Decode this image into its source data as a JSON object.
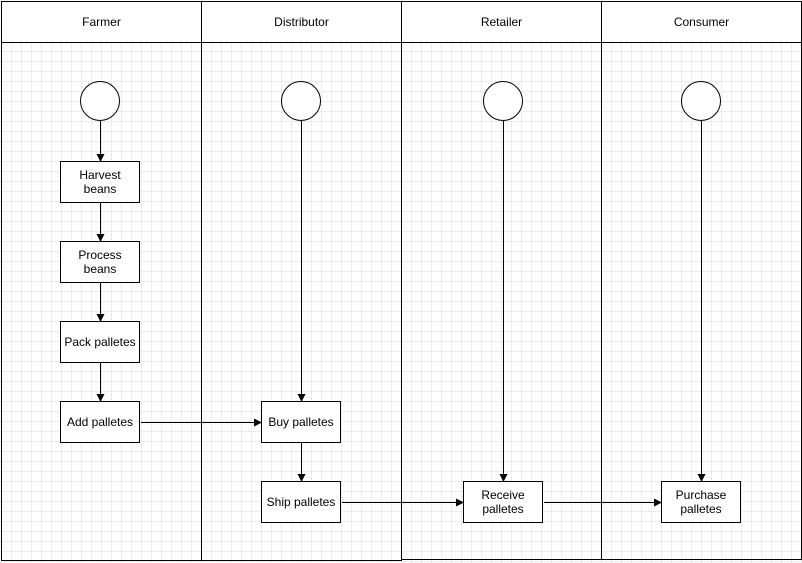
{
  "lanes": {
    "farmer": "Farmer",
    "distributor": "Distributor",
    "retailer": "Retailer",
    "consumer": "Consumer"
  },
  "nodes": {
    "harvest_beans": "Harvest beans",
    "process_beans": "Process beans",
    "pack_palletes": "Pack palletes",
    "add_palletes": "Add palletes",
    "buy_palletes": "Buy palletes",
    "ship_palletes": "Ship palletes",
    "receive_palletes": "Receive palletes",
    "purchase_palletes": "Purchase palletes"
  },
  "colors": {
    "stroke": "#000000",
    "fill": "#ffffff",
    "grid": "#d9d9d9"
  }
}
